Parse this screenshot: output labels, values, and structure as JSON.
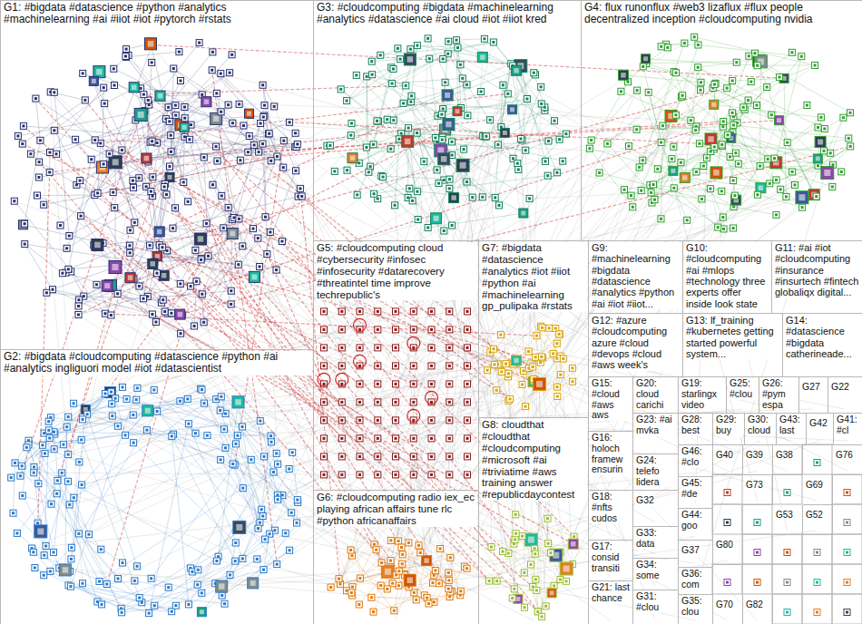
{
  "diagram": {
    "nodes": [
      {
        "text": [
          "G1: #bigdata #datascience #python #analytics #machinelearning #ai #iiot #iot #pytorch #rstats"
        ]
      },
      {
        "text": [
          "G3: #cloudcomputing #bigdata #machinelearning #analytics #datascience #ai cloud #iot #iiot kred"
        ]
      },
      {
        "text": [
          "G4: flux runonflux #web3 lizaflux #flux people decentralized inception #cloudcomputing nvidia"
        ]
      },
      {
        "text": [
          "G5: #cloudcomputing cloud #cybersecurity #infosec #infosecurity #datarecovery #threatintel time improve techrepublic's"
        ]
      },
      {
        "text": [
          "G7: #bigdata #datascience #analytics #iot #iiot #python #ai #machinelearning gp_pulipaka #rstats"
        ]
      },
      {
        "text": [
          "G9: #machinelearning #bigdata #datascience #analytics #python #ai #iot #iiot..."
        ]
      },
      {
        "text": [
          "G10: #cloudcomputing #ai #mlops #technology three experts offer inside look state"
        ]
      },
      {
        "text": [
          "G11: #ai #iot #cloudcomputing #insurance #insurtech #fintech globaliqx digital..."
        ]
      },
      {
        "text": [
          "G12: #azure #cloudcomputing azure #cloud #devops #cloud #aws week's"
        ]
      },
      {
        "text": [
          "G13: lf_training #kubernetes getting started powerful system..."
        ]
      },
      {
        "text": [
          "G14: #datascience #bigdata catherineade..."
        ]
      },
      {
        "text": [
          "G2: #bigdata #cloudcomputing #datascience #python #ai #analytics ingliguori model #iot #datascientist"
        ]
      },
      {
        "text": [
          "G15: #cloud #aws aws"
        ]
      },
      {
        "text": [
          "G20: cloud carichi"
        ]
      },
      {
        "text": [
          "G19: starlingx video"
        ]
      },
      {
        "text": [
          "G25: #clou"
        ]
      },
      {
        "text": [
          "G26: #pym espa"
        ]
      },
      {
        "text": [
          "G27"
        ]
      },
      {
        "text": [
          "G22"
        ]
      },
      {
        "text": [
          "G23: #ai mvka"
        ]
      },
      {
        "text": [
          "G28: best"
        ]
      },
      {
        "text": [
          "G29: buy"
        ]
      },
      {
        "text": [
          "G30: cloud"
        ]
      },
      {
        "text": [
          "G43: last"
        ]
      },
      {
        "text": [
          "G42"
        ]
      },
      {
        "text": [
          "G41: #cl"
        ]
      },
      {
        "text": [
          "G8: cloudthat #cloudthat #cloudcomputing #microsoft #ai #triviatime #aws training answer #republicdaycontest"
        ]
      },
      {
        "text": [
          "G16: holoch framew ensurin"
        ]
      },
      {
        "text": [
          "G46: #clo"
        ]
      },
      {
        "text": [
          "G40"
        ]
      },
      {
        "text": [
          "G39"
        ]
      },
      {
        "text": [
          "G38"
        ]
      },
      {
        "text": [
          "G76"
        ]
      },
      {
        "text": [
          "G24: telefo lidera"
        ]
      },
      {
        "text": [
          "G73"
        ]
      },
      {
        "text": [
          "G69"
        ]
      },
      {
        "text": [
          "G45: #de"
        ]
      },
      {
        "text": [
          "G6: #cloudcomputing radio iex_ec playing african affairs tune rlc #python africanaffairs"
        ]
      },
      {
        "text": [
          "G18: #nfts cudos"
        ]
      },
      {
        "text": [
          "G32"
        ]
      },
      {
        "text": [
          "G53"
        ]
      },
      {
        "text": [
          "G52"
        ]
      },
      {
        "text": [
          "G44: goo"
        ]
      },
      {
        "text": [
          "G33: data"
        ]
      },
      {
        "text": [
          "G80"
        ]
      },
      {
        "text": [
          "G37"
        ]
      },
      {
        "text": [
          "G17: consid transiti"
        ]
      },
      {
        "text": [
          "G34: some"
        ]
      },
      {
        "text": [
          "G36: com"
        ]
      },
      {
        "text": [
          "G21: last chance"
        ]
      },
      {
        "text": [
          "G31: #clou"
        ]
      },
      {
        "text": [
          "G70"
        ]
      },
      {
        "text": [
          "G82"
        ]
      },
      {
        "text": [
          "G35: clou"
        ]
      }
    ]
  }
}
